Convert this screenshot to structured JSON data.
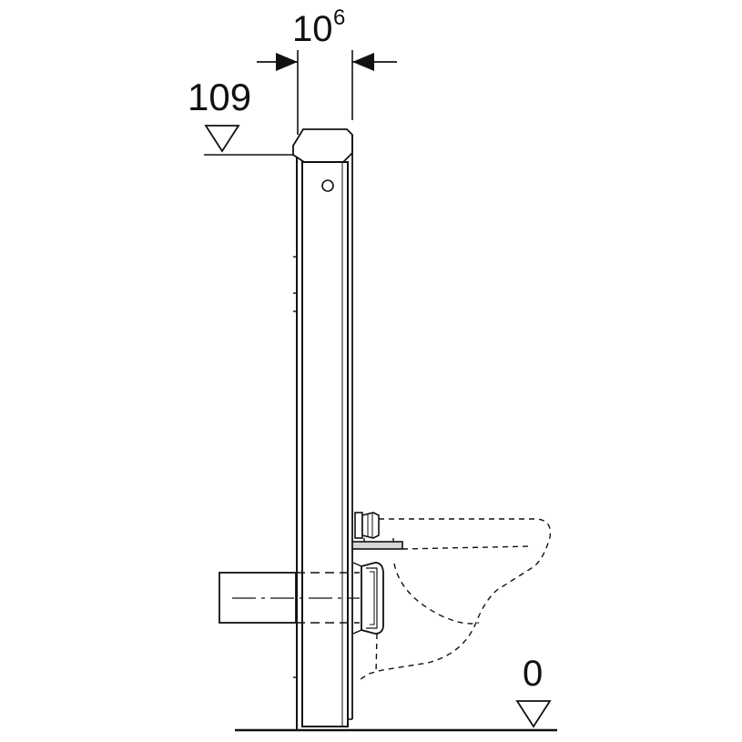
{
  "diagram": {
    "width_dimension": {
      "base": "10",
      "superscript": "6"
    },
    "top_level_label": "109",
    "floor_level_label": "0"
  }
}
